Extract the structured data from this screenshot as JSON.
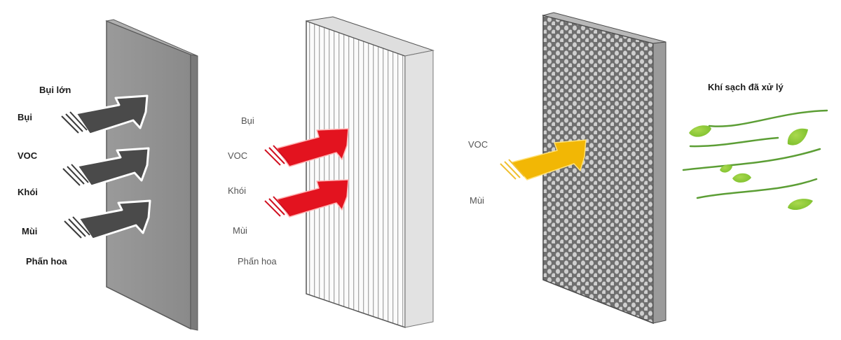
{
  "diagram": {
    "description": "Multi-stage air filtration diagram",
    "stages": [
      {
        "id": "pre-filter",
        "panel_color": "#8e8e8e",
        "arrow_color": "#4a4a4a",
        "labels": [
          "Bụi lớn",
          "Bụi",
          "VOC",
          "Khói",
          "Mùi",
          "Phấn hoa"
        ],
        "arrow_count": 3
      },
      {
        "id": "hepa-filter",
        "panel_color": "#f4f4f4",
        "arrow_color": "#e01020",
        "labels": [
          "Bụi",
          "VOC",
          "Khói",
          "Mùi",
          "Phấn hoa"
        ],
        "arrow_count": 2
      },
      {
        "id": "carbon-filter",
        "panel_color": "#7a7a7a",
        "arrow_color": "#f2b705",
        "labels": [
          "VOC",
          "Mùi"
        ],
        "arrow_count": 1
      }
    ],
    "output": {
      "title": "Khí sạch đã xử lý",
      "leaf_color": "#8cc63f",
      "stream_color": "#4e9a2a"
    }
  }
}
